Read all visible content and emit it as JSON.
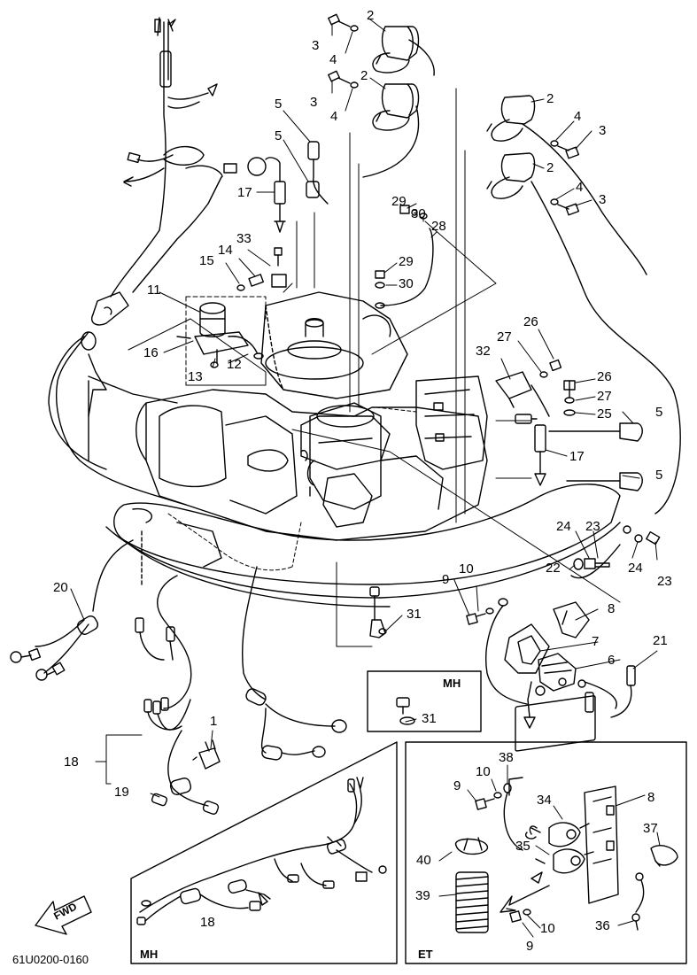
{
  "diagram": {
    "code": "61U0200-0160",
    "fwd_label": "FWD",
    "inset_mh_small": {
      "label": "MH"
    },
    "inset_mh_harness": {
      "label": "MH"
    },
    "inset_et": {
      "label": "ET"
    },
    "callouts": {
      "c1": "1",
      "c2a": "2",
      "c2b": "2",
      "c2c": "2",
      "c2d": "2",
      "c3a": "3",
      "c3b": "3",
      "c3c": "3",
      "c3d": "3",
      "c4a": "4",
      "c4b": "4",
      "c4c": "4",
      "c4d": "4",
      "c5a": "5",
      "c5b": "5",
      "c5c": "5",
      "c5d": "5",
      "c6": "6",
      "c7": "7",
      "c8": "8",
      "c8et": "8",
      "c9": "9",
      "c9et1": "9",
      "c9et2": "9",
      "c10": "10",
      "c10et1": "10",
      "c10et2": "10",
      "c11": "11",
      "c12": "12",
      "c13": "13",
      "c14": "14",
      "c15": "15",
      "c16": "16",
      "c17a": "17",
      "c17b": "17",
      "c18a": "18",
      "c18b": "18",
      "c19": "19",
      "c20": "20",
      "c21": "21",
      "c22": "22",
      "c23a": "23",
      "c23b": "23",
      "c24a": "24",
      "c24b": "24",
      "c25": "25",
      "c26a": "26",
      "c26b": "26",
      "c27a": "27",
      "c27b": "27",
      "c28": "28",
      "c29a": "29",
      "c29b": "29",
      "c30a": "30",
      "c30b": "30",
      "c31a": "31",
      "c31b": "31",
      "c32": "32",
      "c33": "33",
      "c34": "34",
      "c35": "35",
      "c36": "36",
      "c37": "37",
      "c38": "38",
      "c39": "39",
      "c40": "40"
    }
  }
}
